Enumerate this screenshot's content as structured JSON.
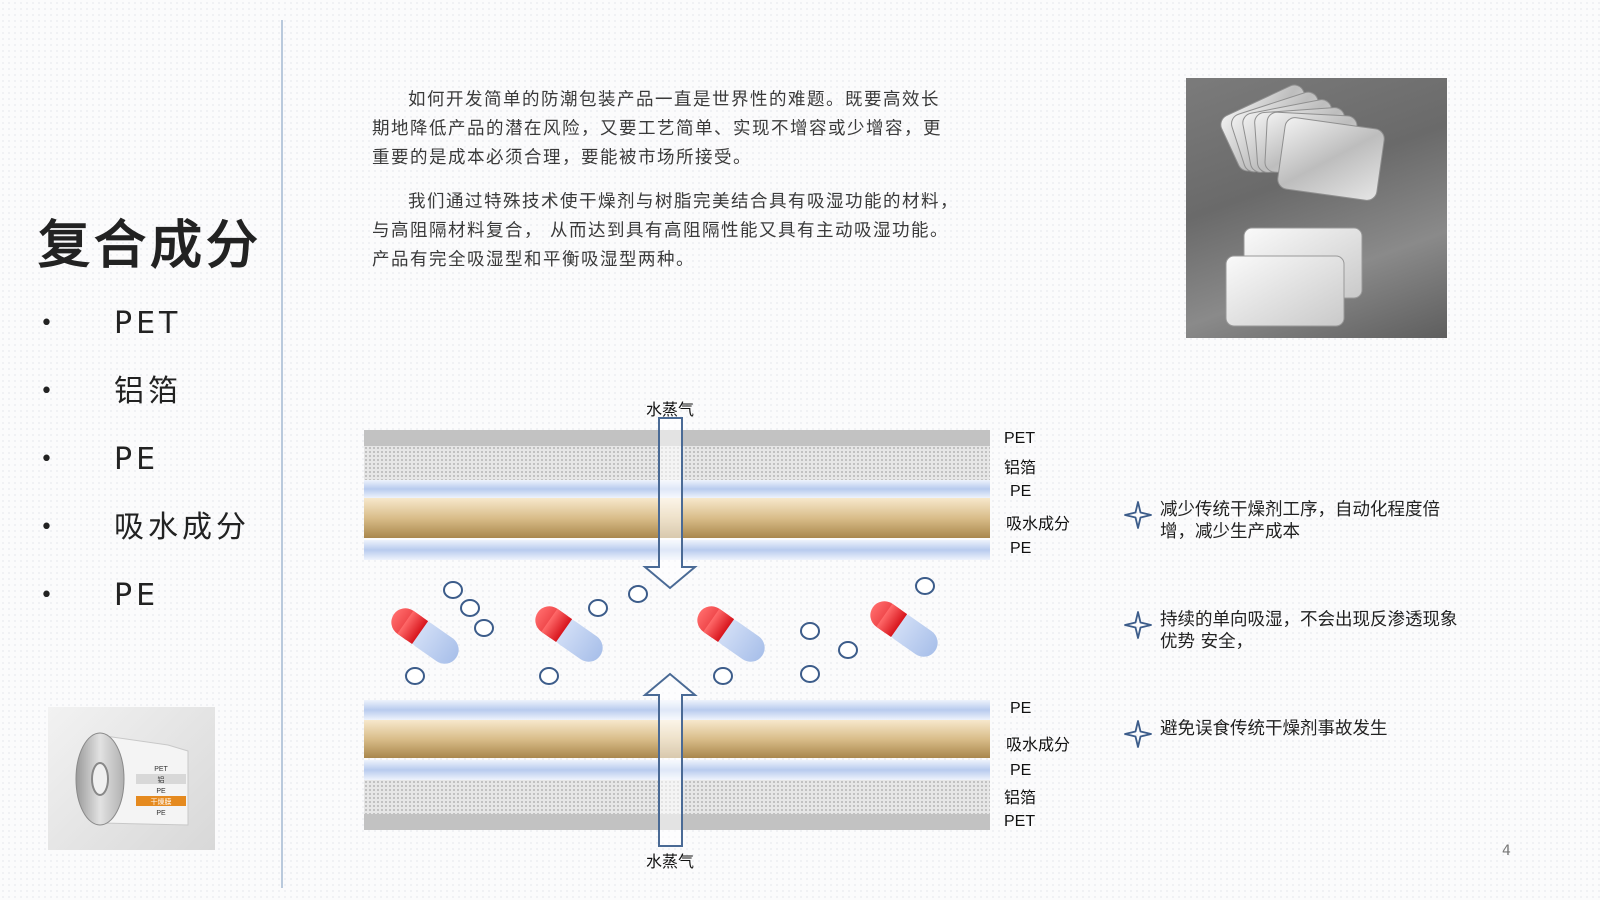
{
  "sidebar": {
    "title": "复合成分",
    "items": [
      "PET",
      "铝箔",
      "PE",
      "吸水成分",
      "PE"
    ],
    "roll_labels": [
      "PET",
      "铝",
      "PE",
      "干燥膜",
      "PE"
    ]
  },
  "intro": {
    "p1": [
      "如何开发简单的防潮包装产品一直是世界性的难题。既要高效长",
      "期地降低产品的潜在风险，又要工艺简单、实现不增容或少增容，更",
      "重要的是成本必须合理，要能被市场所接受。"
    ],
    "p2": [
      "我们通过特殊技术使干燥剂与树脂完美结合具有吸湿功能的材料，",
      "与高阻隔材料复合， 从而达到具有高阻隔性能又具有主动吸湿功能。",
      "产品有完全吸湿型和平衡吸湿型两种。"
    ]
  },
  "diagram": {
    "vapor_top": "水蒸气",
    "vapor_bottom": "水蒸气",
    "top_layers": [
      "PET",
      "铝箔",
      "PE",
      "吸水成分",
      "PE"
    ],
    "bottom_layers": [
      "PE",
      "吸水成分",
      "PE",
      "铝箔",
      "PET"
    ]
  },
  "benefits": [
    "减少传统干燥剂工序，自动化程度倍增，减少生产成本",
    "持续的单向吸湿，不会出现反渗透现象 优势 安全，",
    "避免误食传统干燥剂事故发生"
  ],
  "page_number": "4",
  "colors": {
    "pet": "#c2c2c2",
    "pe": "#c8d8f4",
    "absorb_top": "#f5e6c8",
    "absorb_bottom": "#a8864a",
    "arrow": "#4a6a95",
    "pill_red": "#e0242c",
    "pill_blue": "#b9cdef"
  }
}
